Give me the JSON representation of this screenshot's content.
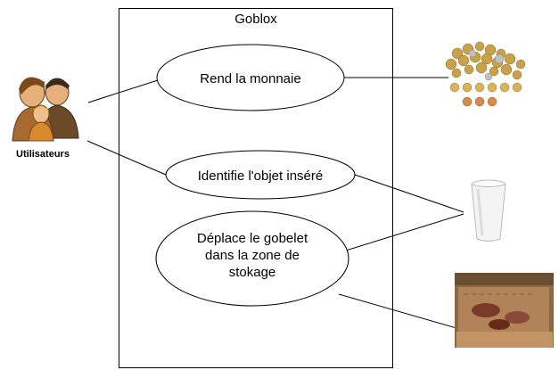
{
  "system": {
    "title": "Goblox"
  },
  "actor": {
    "label": "Utilisateurs",
    "icon": "users-icon"
  },
  "use_cases": [
    {
      "id": "uc-rend-monnaie",
      "lines": [
        "Rend la monnaie"
      ]
    },
    {
      "id": "uc-identifie-objet",
      "lines": [
        "Identifie l'objet inséré"
      ]
    },
    {
      "id": "uc-deplace-gobelet",
      "lines": [
        "Déplace le gobelet",
        "dans la zone de",
        "stokage"
      ]
    }
  ],
  "external_objects": [
    {
      "id": "coins",
      "icon": "coins-icon"
    },
    {
      "id": "cup",
      "icon": "paper-cup-icon"
    },
    {
      "id": "box",
      "icon": "cardboard-box-icon"
    }
  ],
  "colors": {
    "line": "#000000",
    "actor_hair": "#5a3a1a",
    "actor_skin": "#e6b07a",
    "actor_shirt": "#a86a2e",
    "box": "#b08458",
    "cup": "#f4f4f4"
  }
}
